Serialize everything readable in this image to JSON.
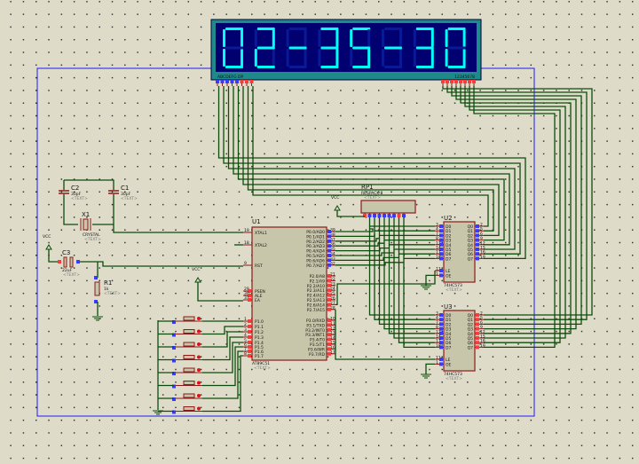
{
  "display": {
    "digits": "02-35-30",
    "left_pins_label": "ABCDEFG DP",
    "right_pins_label": "12345678",
    "colors": {
      "frame": "#1e8a8a",
      "face": "#000070",
      "segment_on": "#00ffff",
      "segment_off": "#0a1a96"
    }
  },
  "u1": {
    "ref": "U1",
    "part": "AT89C51",
    "text": "<TEXT>",
    "left_pins": [
      {
        "num": "19",
        "name": "XTAL1"
      },
      {
        "num": "18",
        "name": "XTAL2"
      },
      {
        "num": "9",
        "name": "RST"
      },
      {
        "num": "29",
        "name": "PSEN"
      },
      {
        "num": "30",
        "name": "ALE"
      },
      {
        "num": "31",
        "name": "EA"
      },
      {
        "num": "1",
        "name": "P1.0"
      },
      {
        "num": "2",
        "name": "P1.1"
      },
      {
        "num": "3",
        "name": "P1.2"
      },
      {
        "num": "4",
        "name": "P1.3"
      },
      {
        "num": "5",
        "name": "P1.4"
      },
      {
        "num": "6",
        "name": "P1.5"
      },
      {
        "num": "7",
        "name": "P1.6"
      },
      {
        "num": "8",
        "name": "P1.7"
      }
    ],
    "right_pins": [
      {
        "num": "39",
        "name": "P0.0/AD0"
      },
      {
        "num": "38",
        "name": "P0.1/AD1"
      },
      {
        "num": "37",
        "name": "P0.2/AD2"
      },
      {
        "num": "36",
        "name": "P0.3/AD3"
      },
      {
        "num": "35",
        "name": "P0.4/AD4"
      },
      {
        "num": "34",
        "name": "P0.5/AD5"
      },
      {
        "num": "33",
        "name": "P0.6/AD6"
      },
      {
        "num": "32",
        "name": "P0.7/AD7"
      },
      {
        "num": "21",
        "name": "P2.0/A8"
      },
      {
        "num": "22",
        "name": "P2.1/A9"
      },
      {
        "num": "23",
        "name": "P2.2/A10"
      },
      {
        "num": "24",
        "name": "P2.3/A11"
      },
      {
        "num": "25",
        "name": "P2.4/A12"
      },
      {
        "num": "26",
        "name": "P2.5/A13"
      },
      {
        "num": "27",
        "name": "P2.6/A14"
      },
      {
        "num": "28",
        "name": "P2.7/A15"
      },
      {
        "num": "10",
        "name": "P3.0/RXD"
      },
      {
        "num": "11",
        "name": "P3.1/TXD"
      },
      {
        "num": "12",
        "name": "P3.2/INT0"
      },
      {
        "num": "13",
        "name": "P3.3/INT1"
      },
      {
        "num": "14",
        "name": "P3.4/T0"
      },
      {
        "num": "15",
        "name": "P3.5/T1"
      },
      {
        "num": "16",
        "name": "P3.6/WR"
      },
      {
        "num": "17",
        "name": "P3.7/RD"
      }
    ]
  },
  "latches": [
    {
      "ref": "U2",
      "part": "74HC573",
      "text": "<TEXT>"
    },
    {
      "ref": "U3",
      "part": "74HC573",
      "text": "<TEXT>"
    }
  ],
  "latch_pins": {
    "left": [
      {
        "num": "3",
        "name": "D0"
      },
      {
        "num": "4",
        "name": "D1"
      },
      {
        "num": "7",
        "name": "D2"
      },
      {
        "num": "8",
        "name": "D3"
      },
      {
        "num": "13",
        "name": "D4"
      },
      {
        "num": "14",
        "name": "D5"
      },
      {
        "num": "17",
        "name": "D6"
      },
      {
        "num": "18",
        "name": "D7"
      }
    ],
    "right": [
      {
        "num": "2",
        "name": "Q0"
      },
      {
        "num": "5",
        "name": "Q1"
      },
      {
        "num": "6",
        "name": "Q2"
      },
      {
        "num": "9",
        "name": "Q3"
      },
      {
        "num": "12",
        "name": "Q4"
      },
      {
        "num": "15",
        "name": "Q5"
      },
      {
        "num": "16",
        "name": "Q6"
      },
      {
        "num": "19",
        "name": "Q7"
      }
    ],
    "ctrl": [
      {
        "num": "11",
        "name": "LE"
      },
      {
        "num": "1",
        "name": "OE"
      }
    ]
  },
  "rp1": {
    "ref": "RP1",
    "part": "RESPACK-8",
    "text": "<TEXT>"
  },
  "c1": {
    "ref": "C1",
    "value": "30pF",
    "text": "<TEXT>"
  },
  "c2": {
    "ref": "C2",
    "value": "30pF",
    "text": "<TEXT>"
  },
  "c3": {
    "ref": "C3",
    "value": "22uF",
    "text": "<TEXT>"
  },
  "x1": {
    "ref": "X1",
    "part": "CRYSTAL",
    "text": "<TEXT>"
  },
  "r1": {
    "ref": "R1",
    "value": "1k",
    "text": "<TEXT>"
  },
  "vcc_label": "VCC",
  "buttons_count": 8
}
